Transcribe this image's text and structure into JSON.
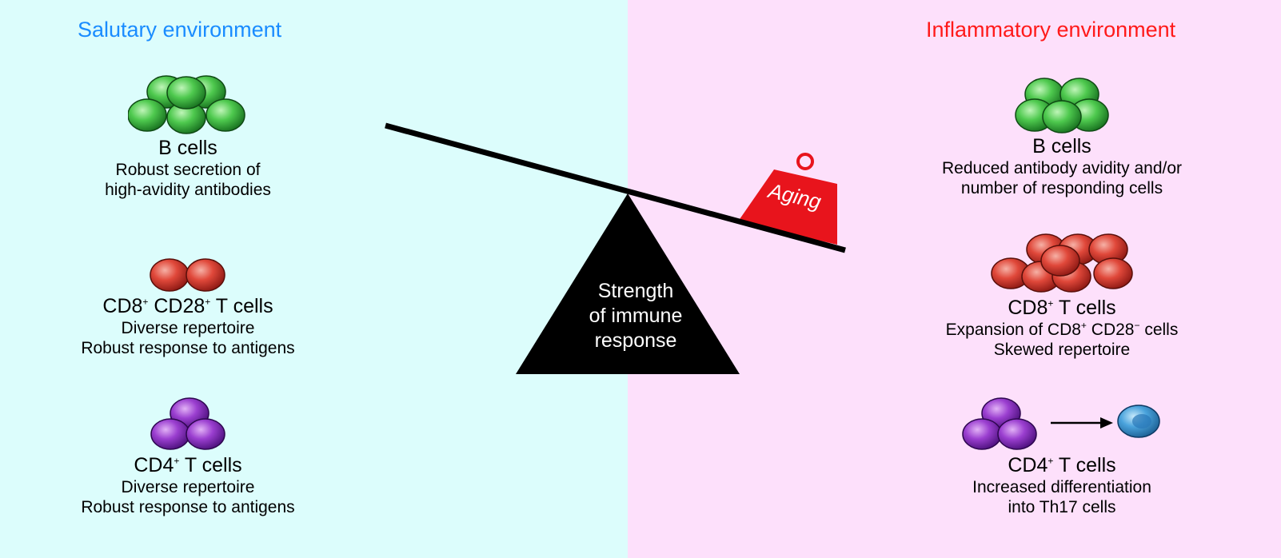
{
  "left": {
    "title": "Salutary environment",
    "title_color": "#1a8cff",
    "b_cells": {
      "name": "B cells",
      "desc_1": "Robust secretion of",
      "desc_2": "high-avidity antibodies"
    },
    "cd8": {
      "name_a": "CD8",
      "sup_a": "+",
      "name_b": " CD28",
      "sup_b": "+",
      "name_c": " T cells",
      "desc_1": "Diverse repertoire",
      "desc_2": "Robust response to antigens"
    },
    "cd4": {
      "name_a": "CD4",
      "sup_a": "+",
      "name_b": " T cells",
      "desc_1": "Diverse repertoire",
      "desc_2": "Robust response to antigens"
    }
  },
  "right": {
    "title": "Inflammatory environment",
    "title_color": "#ff1a1a",
    "b_cells": {
      "name": "B cells",
      "desc_1": "Reduced antibody avidity and/or",
      "desc_2": "number of responding cells"
    },
    "cd8": {
      "name_a": "CD8",
      "sup_a": "+",
      "name_b": " T cells",
      "desc_1a": "Expansion of CD8",
      "desc_1sup": "+",
      "desc_1b": " CD28",
      "desc_1sup2": "−",
      "desc_1c": " cells",
      "desc_2": "Skewed repertoire"
    },
    "cd4": {
      "name_a": "CD4",
      "sup_a": "+",
      "name_b": " T cells",
      "desc_1": "Increased differentiation",
      "desc_2": "into Th17 cells"
    }
  },
  "scale": {
    "fulcrum_line_1": "Strength",
    "fulcrum_line_2": "of immune",
    "fulcrum_line_3": "response",
    "weight_label": "Aging",
    "weight_color": "#e8141c"
  },
  "colors": {
    "b_cell": "#4ec94e",
    "cd8_cell": "#e0483a",
    "cd4_cell": "#9b3fd0",
    "th17_cell": "#4aa3dc",
    "left_bg": "#dcfdfc",
    "right_bg": "#fde0fb"
  }
}
